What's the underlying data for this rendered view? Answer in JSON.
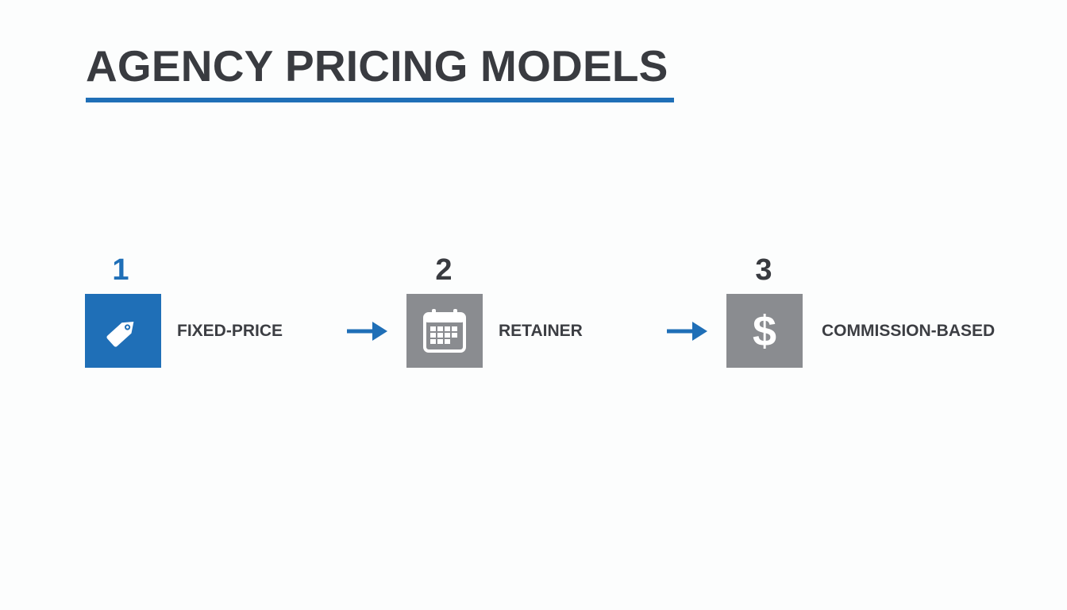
{
  "title": "AGENCY PRICING MODELS",
  "colors": {
    "accent": "#1f6fb7",
    "inactive": "#8a8c90",
    "text": "#393b40"
  },
  "steps": [
    {
      "number": "1",
      "label": "FIXED-PRICE",
      "icon": "price-tag-icon",
      "active": true
    },
    {
      "number": "2",
      "label": "RETAINER",
      "icon": "calendar-icon",
      "active": false
    },
    {
      "number": "3",
      "label": "COMMISSION-BASED",
      "icon": "dollar-sign-icon",
      "active": false
    }
  ],
  "connectors": [
    {
      "icon": "arrow-right-icon"
    },
    {
      "icon": "arrow-right-icon"
    }
  ],
  "icons": {
    "dollar": "$"
  }
}
